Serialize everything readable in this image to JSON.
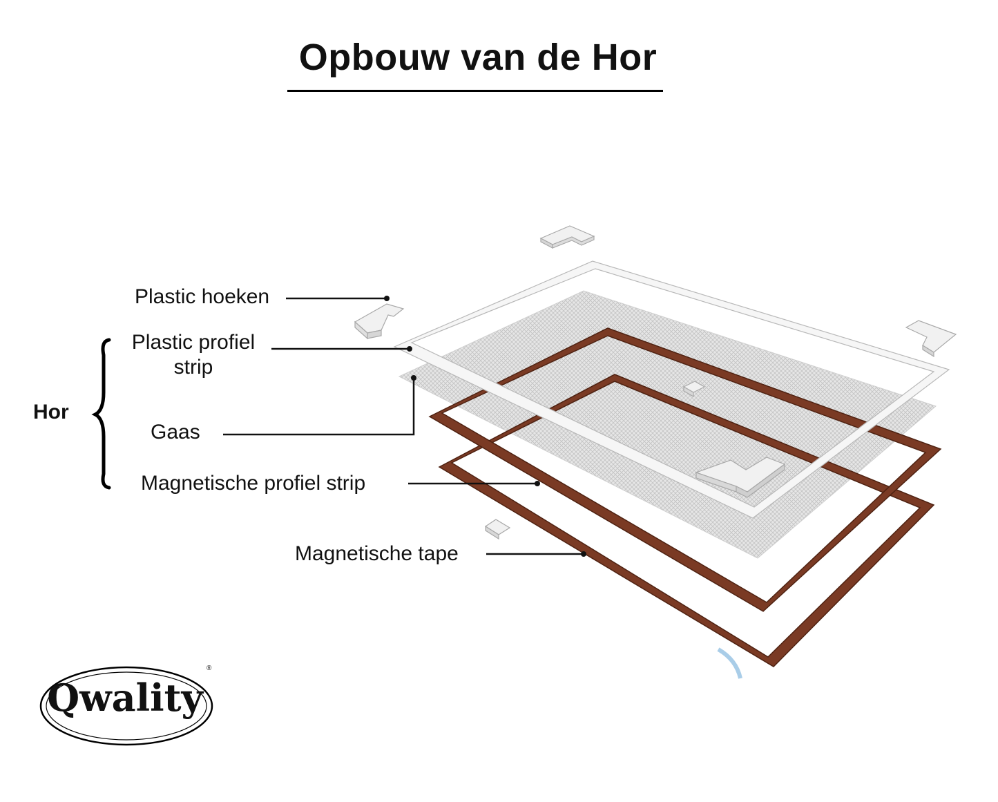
{
  "title": "Opbouw van de Hor",
  "labels": {
    "plastic_hoeken": "Plastic hoeken",
    "plastic_profiel_line1": "Plastic profiel",
    "plastic_profiel_line2": "strip",
    "gaas": "Gaas",
    "magnetische_profiel": "Magnetische profiel strip",
    "magnetische_tape": "Magnetische tape"
  },
  "group_label": "Hor",
  "logo": {
    "text": "Qwality",
    "registered": "®"
  },
  "colors": {
    "magnetic_strip": "#7a3a24",
    "plastic": "#f4f4f4",
    "mesh": "#d9d9d9",
    "accent_blue": "#a9cde8"
  }
}
